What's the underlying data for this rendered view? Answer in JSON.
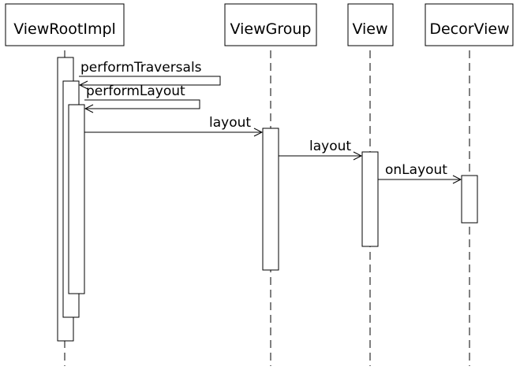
{
  "participants": [
    {
      "id": "viewrootimpl",
      "label": "ViewRootImpl"
    },
    {
      "id": "viewgroup",
      "label": "ViewGroup"
    },
    {
      "id": "view",
      "label": "View"
    },
    {
      "id": "decorview",
      "label": "DecorView"
    }
  ],
  "messages": [
    {
      "id": "performtraversals",
      "label": "performTraversals",
      "from": "ViewRootImpl",
      "to": "ViewRootImpl"
    },
    {
      "id": "performlayout",
      "label": "performLayout",
      "from": "ViewRootImpl",
      "to": "ViewRootImpl"
    },
    {
      "id": "layout-viewgroup",
      "label": "layout",
      "from": "ViewRootImpl",
      "to": "ViewGroup"
    },
    {
      "id": "layout-view",
      "label": "layout",
      "from": "ViewGroup",
      "to": "View"
    },
    {
      "id": "onlayout",
      "label": "onLayout",
      "from": "View",
      "to": "DecorView"
    }
  ]
}
